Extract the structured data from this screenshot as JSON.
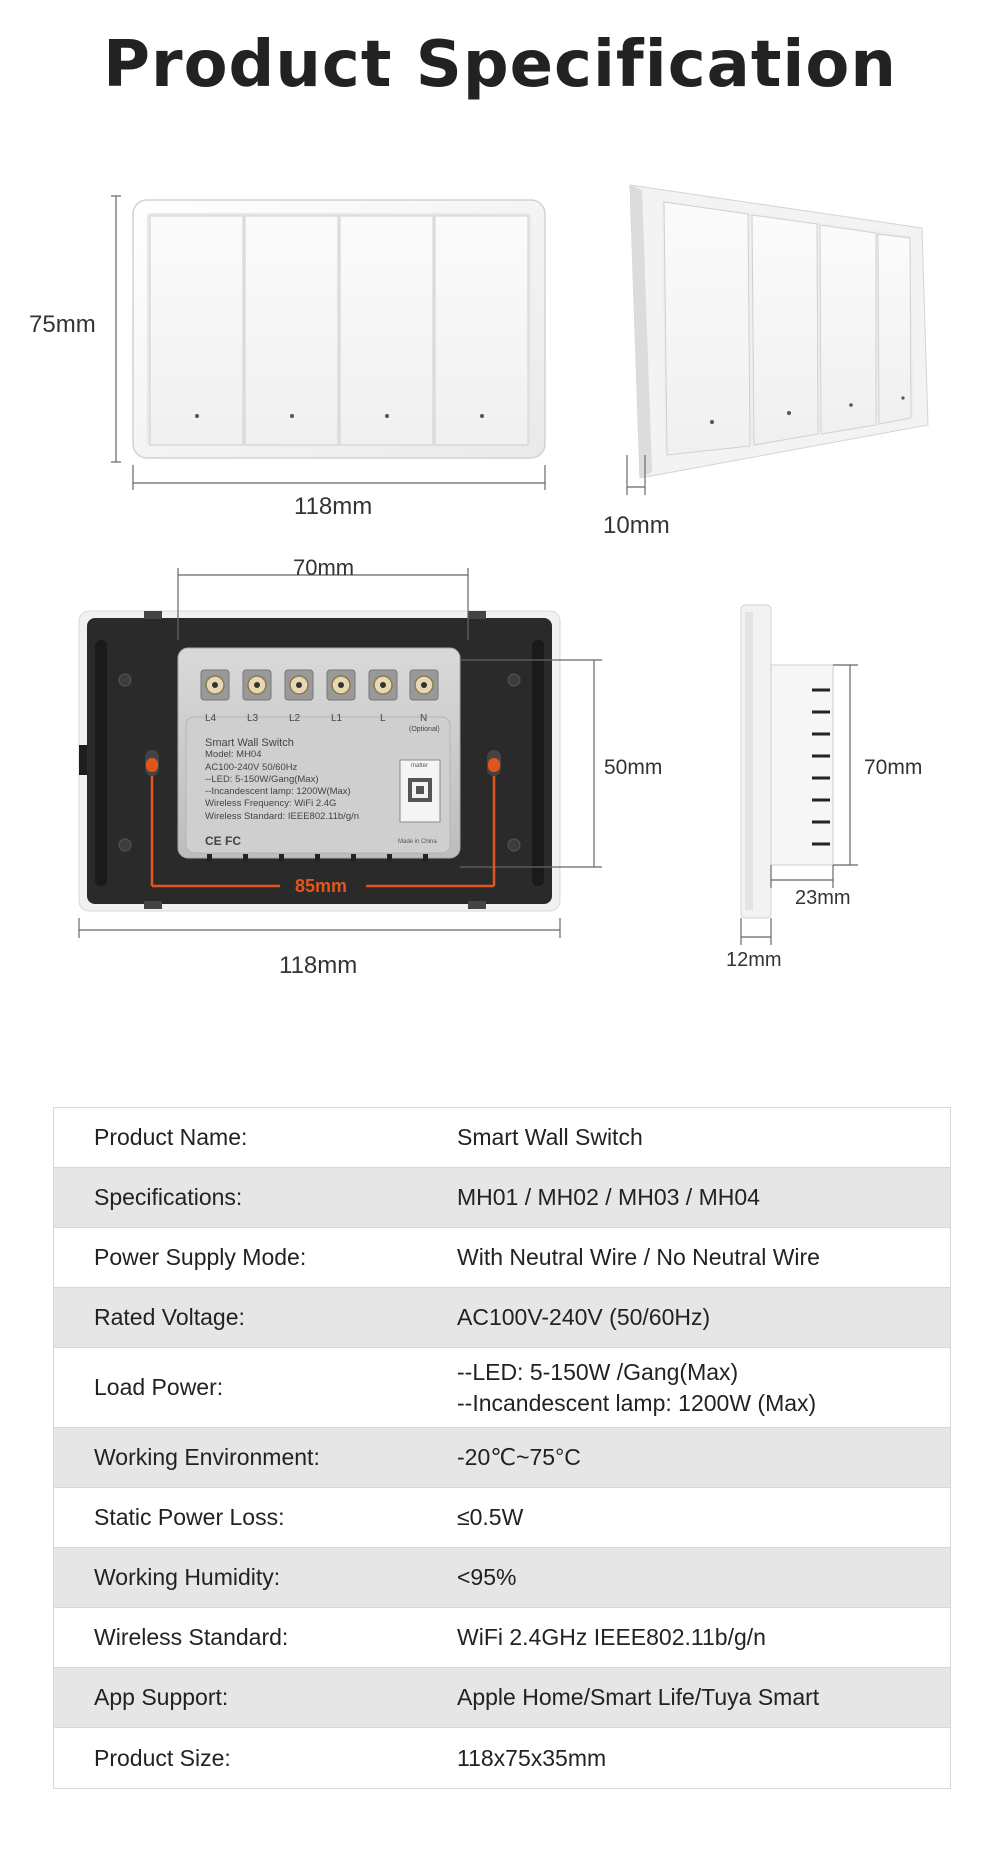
{
  "title": "Product Specification",
  "dimensions": {
    "front_height": "75mm",
    "front_width": "118mm",
    "side_depth": "10mm",
    "back_top_width": "70mm",
    "back_module_height": "50mm",
    "back_hole_spacing": "85mm",
    "back_width": "118mm",
    "profile_height": "70mm",
    "profile_module_depth": "23mm",
    "profile_plate_depth": "12mm"
  },
  "module_label": {
    "terminals": [
      "L4",
      "L3",
      "L2",
      "L1",
      "L",
      "N"
    ],
    "optional": "(Optional)",
    "lines": [
      "Smart Wall Switch",
      "Model: MH04",
      "AC100-240V 50/60Hz",
      "--LED: 5-150W/Gang(Max)",
      "--Incandescent lamp: 1200W(Max)",
      "Wireless Frequency: WiFi 2.4G",
      "Wireless Standard: IEEE802.11b/g/n"
    ],
    "matter": "matter",
    "origin": "Made in China",
    "marks": "CE FC"
  },
  "specs": [
    {
      "key": "Product Name:",
      "value": [
        "Smart Wall Switch"
      ]
    },
    {
      "key": "Specifications:",
      "value": [
        "MH01 / MH02 / MH03 / MH04"
      ]
    },
    {
      "key": "Power Supply Mode:",
      "value": [
        "With Neutral Wire / No Neutral Wire"
      ]
    },
    {
      "key": "Rated Voltage:",
      "value": [
        "AC100V-240V (50/60Hz)"
      ]
    },
    {
      "key": "Load Power:",
      "value": [
        "--LED: 5-150W /Gang(Max)",
        "--Incandescent lamp: 1200W (Max)"
      ]
    },
    {
      "key": "Working Environment:",
      "value": [
        "-20℃~75°C"
      ]
    },
    {
      "key": "Static Power Loss:",
      "value": [
        "≤0.5W"
      ]
    },
    {
      "key": "Working Humidity:",
      "value": [
        "<95%"
      ]
    },
    {
      "key": "Wireless Standard:",
      "value": [
        "WiFi 2.4GHz IEEE802.11b/g/n"
      ]
    },
    {
      "key": "App Support:",
      "value": [
        "Apple Home/Smart Life/Tuya Smart"
      ]
    },
    {
      "key": "Product Size:",
      "value": [
        "118x75x35mm"
      ]
    }
  ]
}
